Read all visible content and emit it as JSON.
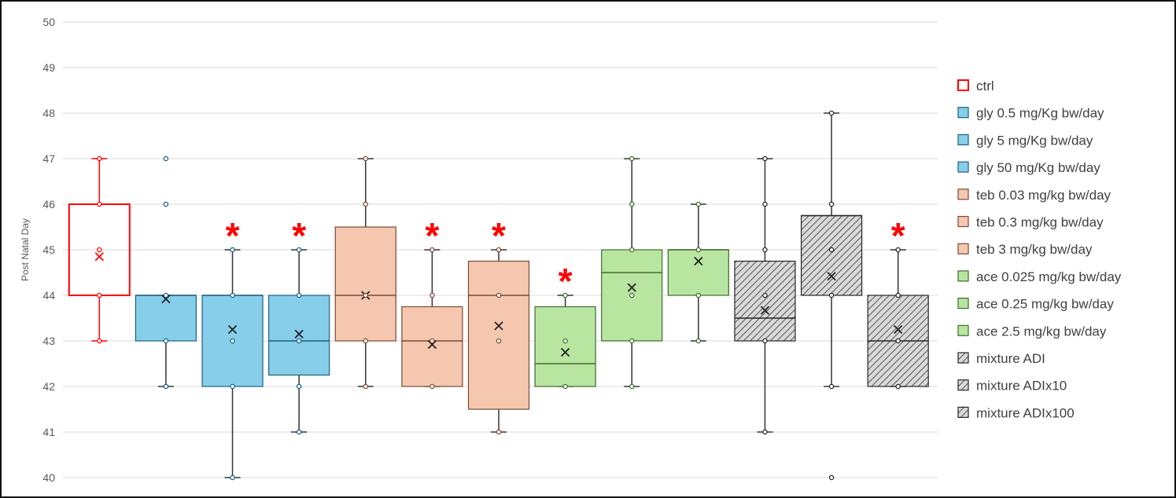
{
  "chart_data": {
    "type": "box",
    "title": "",
    "xlabel": "",
    "ylabel": "Post Natal Day",
    "ylim": [
      40,
      50
    ],
    "yticks": [
      40,
      41,
      42,
      43,
      44,
      45,
      46,
      47,
      48,
      49,
      50
    ],
    "grid": true,
    "legend_position": "right",
    "significance_marker": "*",
    "colors": {
      "ctrl": "#ff0000",
      "gly_fill": "#87ceeb",
      "gly_stroke": "#1f5f80",
      "teb_fill": "#f4c7ae",
      "teb_stroke": "#7a4a35",
      "ace_fill": "#b8e6a0",
      "ace_stroke": "#3f6b2c",
      "mix_fill": "#d9d9d9",
      "mix_stroke": "#262626"
    },
    "series": [
      {
        "name": "ctrl",
        "group": "ctrl",
        "q1": 44,
        "median": 46,
        "q3": 46,
        "whisker_low": 43,
        "whisker_high": 47,
        "mean": 44.85,
        "points": [
          43,
          44,
          45,
          46,
          47
        ],
        "outliers": [],
        "significant": false
      },
      {
        "name": "gly 0.5 mg/Kg bw/day",
        "group": "gly",
        "q1": 43,
        "median": 44,
        "q3": 44,
        "whisker_low": 42,
        "whisker_high": 44,
        "mean": 43.92,
        "points": [
          42,
          43,
          44
        ],
        "outliers": [
          46,
          47
        ],
        "significant": false
      },
      {
        "name": "gly 5 mg/Kg bw/day",
        "group": "gly",
        "q1": 42,
        "median": 44,
        "q3": 44,
        "whisker_low": 40,
        "whisker_high": 45,
        "mean": 43.25,
        "points": [
          40,
          42,
          43,
          44,
          45
        ],
        "outliers": [],
        "significant": true
      },
      {
        "name": "gly 50 mg/Kg bw/day",
        "group": "gly",
        "q1": 42.25,
        "median": 43,
        "q3": 44,
        "whisker_low": 41,
        "whisker_high": 45,
        "mean": 43.15,
        "points": [
          41,
          42,
          43,
          44,
          45
        ],
        "outliers": [],
        "significant": true
      },
      {
        "name": "teb 0.03 mg/kg bw/day",
        "group": "teb",
        "q1": 43,
        "median": 44,
        "q3": 45.5,
        "whisker_low": 42,
        "whisker_high": 47,
        "mean": 44.0,
        "points": [
          42,
          43,
          44,
          46,
          47
        ],
        "outliers": [],
        "significant": false
      },
      {
        "name": "teb 0.3 mg/kg bw/day",
        "group": "teb",
        "q1": 42,
        "median": 43,
        "q3": 43.75,
        "whisker_low": 42,
        "whisker_high": 45,
        "mean": 42.92,
        "points": [
          42,
          43,
          44,
          45
        ],
        "outliers": [],
        "significant": true
      },
      {
        "name": "teb 3 mg/kg bw/day",
        "group": "teb",
        "q1": 41.5,
        "median": 44,
        "q3": 44.75,
        "whisker_low": 41,
        "whisker_high": 45,
        "mean": 43.33,
        "points": [
          41,
          43,
          44,
          45
        ],
        "outliers": [],
        "significant": true
      },
      {
        "name": "ace 0.025 mg/kg bw/day",
        "group": "ace",
        "q1": 42,
        "median": 42.5,
        "q3": 43.75,
        "whisker_low": 42,
        "whisker_high": 44,
        "mean": 42.75,
        "points": [
          42,
          43,
          44
        ],
        "outliers": [],
        "significant": true
      },
      {
        "name": "ace 0.25 mg/kg bw/day",
        "group": "ace",
        "q1": 43,
        "median": 44.5,
        "q3": 45,
        "whisker_low": 42,
        "whisker_high": 47,
        "mean": 44.17,
        "points": [
          42,
          43,
          44,
          45,
          46,
          47
        ],
        "outliers": [],
        "significant": false
      },
      {
        "name": "ace 2.5 mg/kg bw/day",
        "group": "ace",
        "q1": 44,
        "median": 45,
        "q3": 45,
        "whisker_low": 43,
        "whisker_high": 46,
        "mean": 44.75,
        "points": [
          43,
          44,
          45,
          46
        ],
        "outliers": [],
        "significant": false
      },
      {
        "name": "mixture ADI",
        "group": "mix",
        "q1": 43,
        "median": 43.5,
        "q3": 44.75,
        "whisker_low": 41,
        "whisker_high": 47,
        "mean": 43.67,
        "points": [
          41,
          43,
          44,
          45,
          46,
          47
        ],
        "outliers": [],
        "significant": false
      },
      {
        "name": "mixture ADIx10",
        "group": "mix",
        "q1": 44,
        "median": 45.75,
        "q3": 45.75,
        "whisker_low": 42,
        "whisker_high": 48,
        "mean": 44.42,
        "points": [
          42,
          44,
          45,
          46,
          48
        ],
        "outliers": [
          40
        ],
        "significant": false
      },
      {
        "name": "mixture ADIx100",
        "group": "mix",
        "q1": 42,
        "median": 43,
        "q3": 44,
        "whisker_low": 42,
        "whisker_high": 45,
        "mean": 43.25,
        "points": [
          42,
          43,
          44,
          45
        ],
        "outliers": [],
        "significant": true
      }
    ]
  }
}
